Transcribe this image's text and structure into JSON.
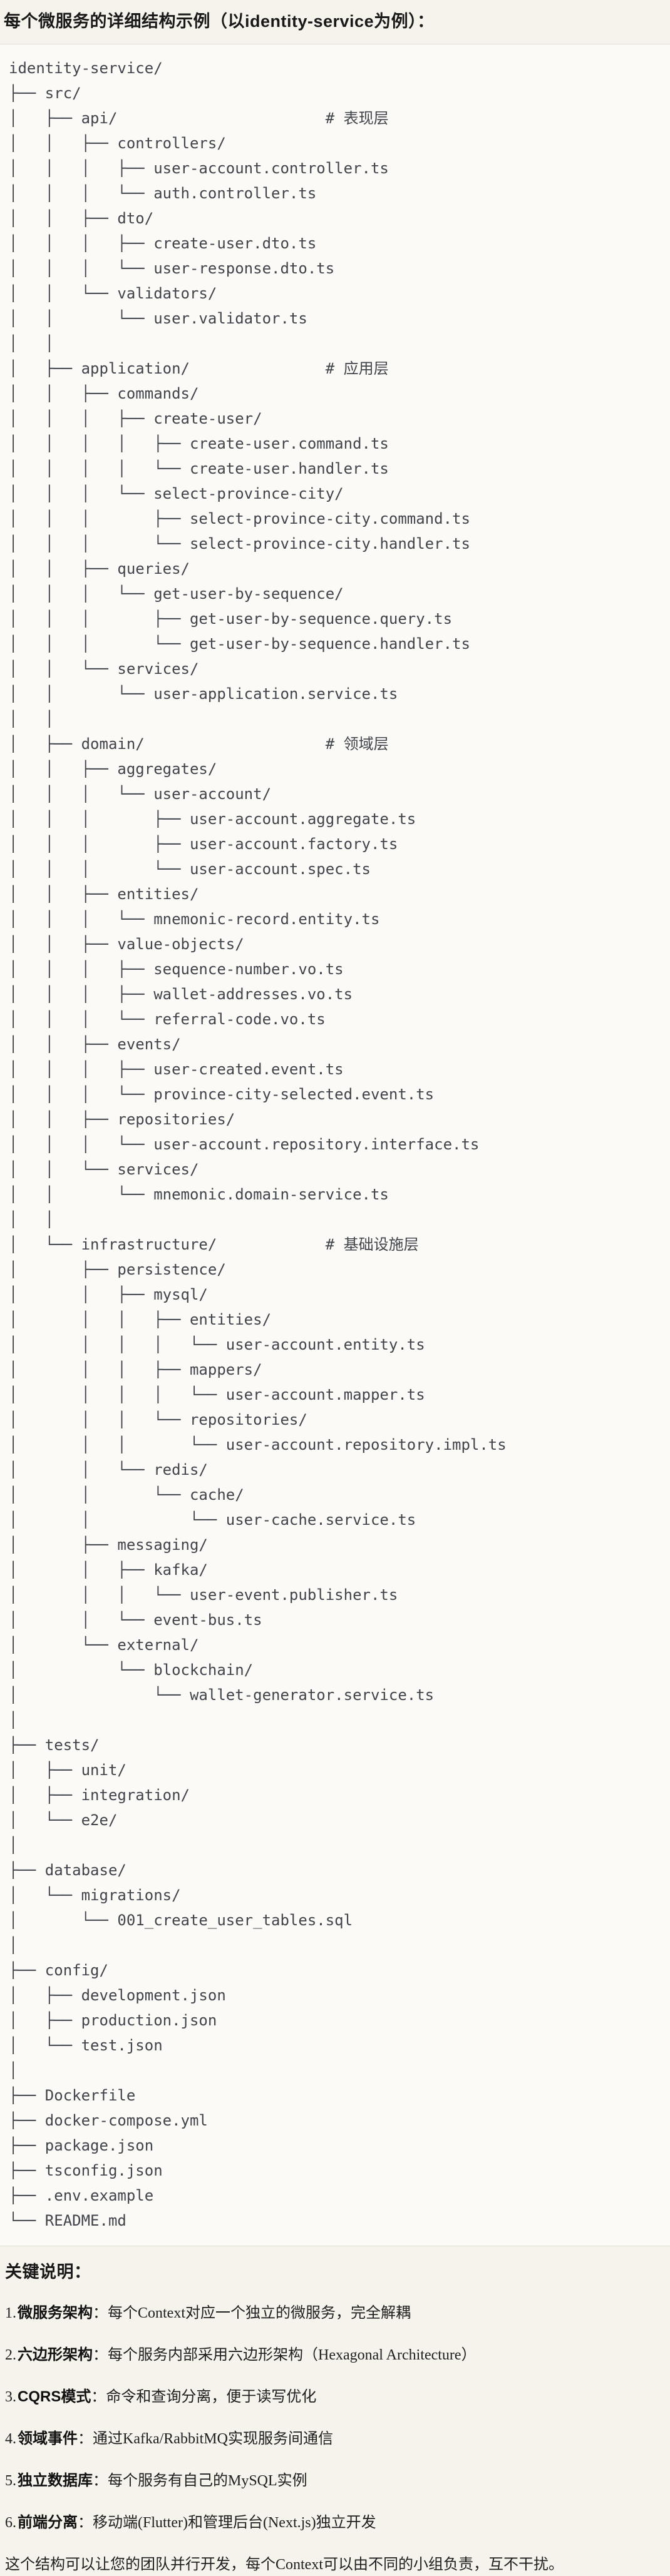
{
  "colors": {
    "page_background": "#f5f3ec",
    "code_background": "#fbfaf7",
    "divider": "#dedcd3",
    "tree_text": "#41444a",
    "heading_text": "#191919"
  },
  "header": {
    "title": "每个微服务的详细结构示例（以identity-service为例）："
  },
  "code_block": {
    "language": "plaintext",
    "lines": [
      "identity-service/",
      "├── src/",
      "│   ├── api/                       # 表现层",
      "│   │   ├── controllers/",
      "│   │   │   ├── user-account.controller.ts",
      "│   │   │   └── auth.controller.ts",
      "│   │   ├── dto/",
      "│   │   │   ├── create-user.dto.ts",
      "│   │   │   └── user-response.dto.ts",
      "│   │   └── validators/",
      "│   │       └── user.validator.ts",
      "│   │",
      "│   ├── application/               # 应用层",
      "│   │   ├── commands/",
      "│   │   │   ├── create-user/",
      "│   │   │   │   ├── create-user.command.ts",
      "│   │   │   │   └── create-user.handler.ts",
      "│   │   │   └── select-province-city/",
      "│   │   │       ├── select-province-city.command.ts",
      "│   │   │       └── select-province-city.handler.ts",
      "│   │   ├── queries/",
      "│   │   │   └── get-user-by-sequence/",
      "│   │   │       ├── get-user-by-sequence.query.ts",
      "│   │   │       └── get-user-by-sequence.handler.ts",
      "│   │   └── services/",
      "│   │       └── user-application.service.ts",
      "│   │",
      "│   ├── domain/                    # 领域层",
      "│   │   ├── aggregates/",
      "│   │   │   └── user-account/",
      "│   │   │       ├── user-account.aggregate.ts",
      "│   │   │       ├── user-account.factory.ts",
      "│   │   │       └── user-account.spec.ts",
      "│   │   ├── entities/",
      "│   │   │   └── mnemonic-record.entity.ts",
      "│   │   ├── value-objects/",
      "│   │   │   ├── sequence-number.vo.ts",
      "│   │   │   ├── wallet-addresses.vo.ts",
      "│   │   │   └── referral-code.vo.ts",
      "│   │   ├── events/",
      "│   │   │   ├── user-created.event.ts",
      "│   │   │   └── province-city-selected.event.ts",
      "│   │   ├── repositories/",
      "│   │   │   └── user-account.repository.interface.ts",
      "│   │   └── services/",
      "│   │       └── mnemonic.domain-service.ts",
      "│   │",
      "│   └── infrastructure/            # 基础设施层",
      "│       ├── persistence/",
      "│       │   ├── mysql/",
      "│       │   │   ├── entities/",
      "│       │   │   │   └── user-account.entity.ts",
      "│       │   │   ├── mappers/",
      "│       │   │   │   └── user-account.mapper.ts",
      "│       │   │   └── repositories/",
      "│       │   │       └── user-account.repository.impl.ts",
      "│       │   └── redis/",
      "│       │       └── cache/",
      "│       │           └── user-cache.service.ts",
      "│       ├── messaging/",
      "│       │   ├── kafka/",
      "│       │   │   └── user-event.publisher.ts",
      "│       │   └── event-bus.ts",
      "│       └── external/",
      "│           └── blockchain/",
      "│               └── wallet-generator.service.ts",
      "│",
      "├── tests/",
      "│   ├── unit/",
      "│   ├── integration/",
      "│   └── e2e/",
      "│",
      "├── database/",
      "│   └── migrations/",
      "│       └── 001_create_user_tables.sql",
      "│",
      "├── config/",
      "│   ├── development.json",
      "│   ├── production.json",
      "│   └── test.json",
      "│",
      "├── Dockerfile",
      "├── docker-compose.yml",
      "├── package.json",
      "├── tsconfig.json",
      "├── .env.example",
      "└── README.md"
    ]
  },
  "notes": {
    "heading": "关键说明：",
    "items": [
      {
        "num": "1.",
        "label": "微服务架构",
        "text": "：每个Context对应一个独立的微服务，完全解耦"
      },
      {
        "num": "2.",
        "label": "六边形架构",
        "text": "：每个服务内部采用六边形架构（Hexagonal Architecture）"
      },
      {
        "num": "3.",
        "label": "CQRS模式",
        "text": "：命令和查询分离，便于读写优化"
      },
      {
        "num": "4.",
        "label": "领域事件",
        "text": "：通过Kafka/RabbitMQ实现服务间通信"
      },
      {
        "num": "5.",
        "label": "独立数据库",
        "text": "：每个服务有自己的MySQL实例"
      },
      {
        "num": "6.",
        "label": "前端分离",
        "text": "：移动端(Flutter)和管理后台(Next.js)独立开发"
      }
    ],
    "footer": "这个结构可以让您的团队并行开发，每个Context可以由不同的小组负责，互不干扰。"
  }
}
